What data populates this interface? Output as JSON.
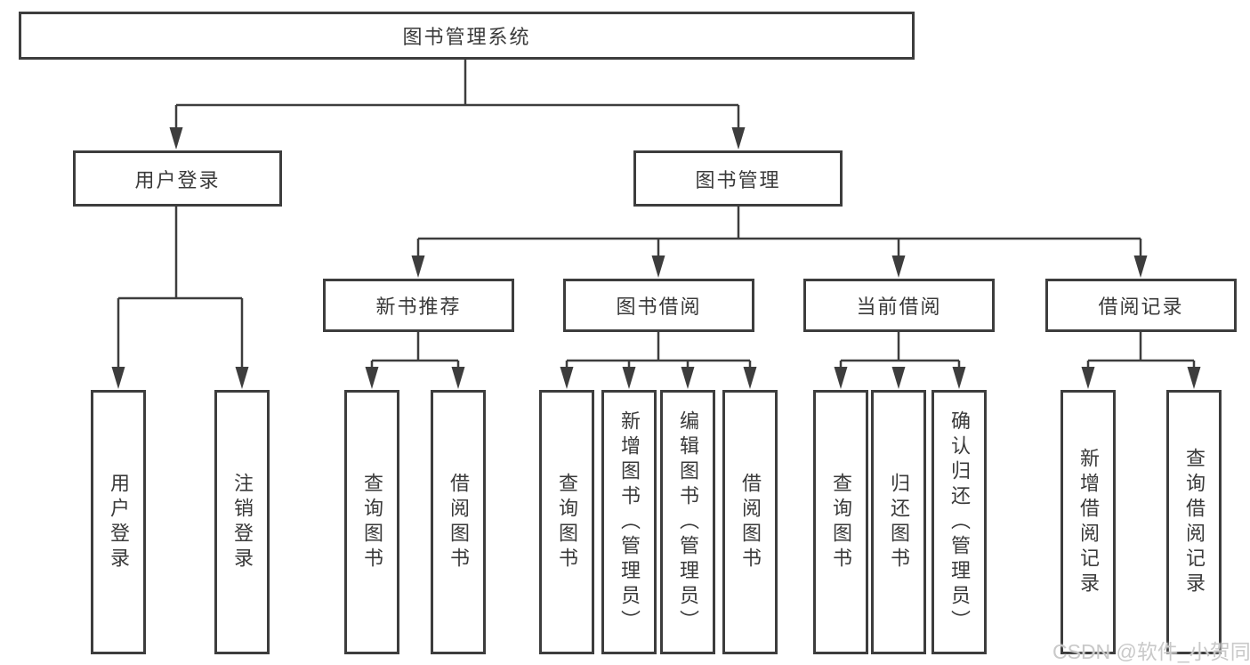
{
  "tree": {
    "root": {
      "label": "图书管理系统"
    },
    "level2": [
      {
        "label": "用户登录",
        "parent": "图书管理系统"
      },
      {
        "label": "图书管理",
        "parent": "图书管理系统"
      }
    ],
    "level3": [
      {
        "label": "新书推荐",
        "parent": "图书管理"
      },
      {
        "label": "图书借阅",
        "parent": "图书管理"
      },
      {
        "label": "当前借阅",
        "parent": "图书管理"
      },
      {
        "label": "借阅记录",
        "parent": "图书管理"
      }
    ],
    "leaves": [
      {
        "label": "用户登录",
        "parent": "用户登录"
      },
      {
        "label": "注销登录",
        "parent": "用户登录"
      },
      {
        "label": "查询图书",
        "parent": "新书推荐"
      },
      {
        "label": "借阅图书",
        "parent": "新书推荐"
      },
      {
        "label": "查询图书",
        "parent": "图书借阅"
      },
      {
        "label": "新增图书（管理员）",
        "parent": "图书借阅"
      },
      {
        "label": "编辑图书（管理员）",
        "parent": "图书借阅"
      },
      {
        "label": "借阅图书",
        "parent": "图书借阅"
      },
      {
        "label": "查询图书",
        "parent": "当前借阅"
      },
      {
        "label": "归还图书",
        "parent": "当前借阅"
      },
      {
        "label": "确认归还（管理员）",
        "parent": "当前借阅"
      },
      {
        "label": "新增借阅记录",
        "parent": "借阅记录"
      },
      {
        "label": "查询借阅记录",
        "parent": "借阅记录"
      }
    ]
  },
  "watermark": "CSDN @软件_小贺同学",
  "colors": {
    "line": "#3d3d3d",
    "text": "#3a3a3a",
    "watermark": "#c9c9c9",
    "background": "#ffffff"
  }
}
